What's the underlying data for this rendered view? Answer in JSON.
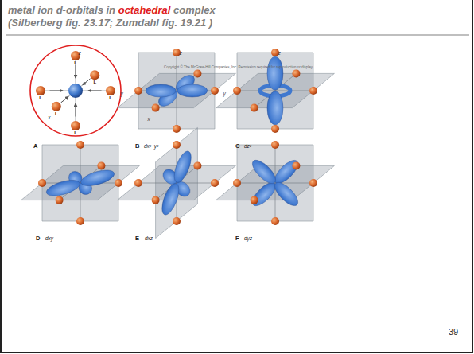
{
  "diagram": {
    "title": "metal ion d-orbitals in",
    "labels": [
      "octahedral",
      "complex",
      "(Silberberg fig. 23.17; Zumdahl fig. 19.21 )",
      "Copyright © The McGraw-Hill Companies, Inc. Permission required for reproduction or display.",
      "A",
      "B",
      "dx²−y²",
      "C",
      "dz²",
      "D",
      "dxy",
      "E",
      "dxz",
      "F",
      "dyz",
      "z",
      "y",
      "x",
      "z",
      "y",
      "x",
      "z",
      "L",
      "L",
      "L",
      "L",
      "L",
      "L",
      "39"
    ]
  }
}
